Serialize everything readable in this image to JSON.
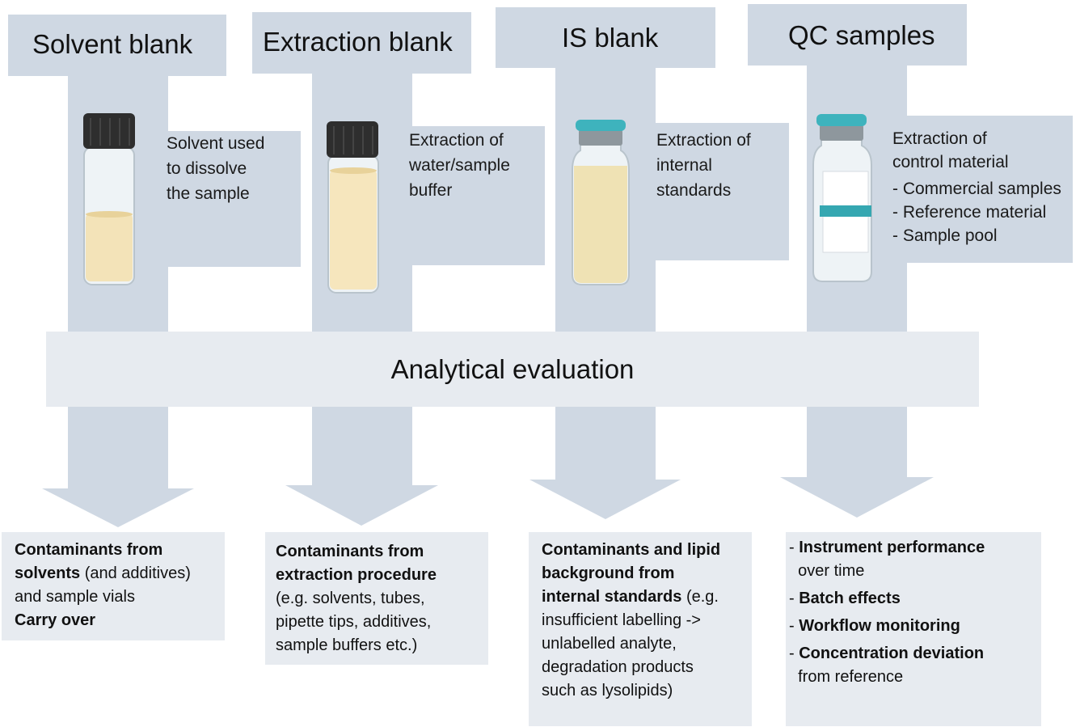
{
  "colors": {
    "stem": "#cfd8e3",
    "evaluation_band": "#e7ebf0",
    "output_box": "#e7ebf0",
    "cap_black": "#2e2e2e",
    "cap_teal": "#3eb3bd",
    "liquid": "#f3e3b8",
    "label_band": "#35a7b1"
  },
  "columns": [
    {
      "title": "Solvent blank",
      "desc": [
        "Solvent used",
        "to dissolve",
        "the sample"
      ],
      "vial_icon": "screw-cap-vial-icon"
    },
    {
      "title": "Extraction blank",
      "desc": [
        "Extraction of",
        "water/sample",
        "buffer"
      ],
      "vial_icon": "screw-cap-vial-icon"
    },
    {
      "title": "IS blank",
      "desc": [
        "Extraction of",
        "internal",
        "standards"
      ],
      "vial_icon": "crimp-cap-vial-icon"
    },
    {
      "title": "QC samples",
      "desc": [
        "Extraction of",
        "control material"
      ],
      "list": [
        "- Commercial samples",
        "- Reference material",
        "- Sample pool"
      ],
      "vial_icon": "labelled-crimp-cap-vial-icon"
    }
  ],
  "evaluation": {
    "label": "Analytical evaluation"
  },
  "outputs": [
    {
      "lines": [
        [
          {
            "t": "Contaminants from",
            "b": true
          }
        ],
        [
          {
            "t": "solvents",
            "b": true
          },
          {
            "t": " (and additives)",
            "b": false
          }
        ],
        [
          {
            "t": "and sample vials",
            "b": false
          }
        ],
        [
          {
            "t": "Carry over",
            "b": true
          }
        ]
      ]
    },
    {
      "lines": [
        [
          {
            "t": "Contaminants from",
            "b": true
          }
        ],
        [
          {
            "t": "extraction procedure",
            "b": true
          }
        ],
        [
          {
            "t": "(e.g. solvents, tubes,",
            "b": false
          }
        ],
        [
          {
            "t": "pipette tips, additives,",
            "b": false
          }
        ],
        [
          {
            "t": "sample buffers etc.)",
            "b": false
          }
        ]
      ]
    },
    {
      "lines": [
        [
          {
            "t": "Contaminants and lipid",
            "b": true
          }
        ],
        [
          {
            "t": "background from",
            "b": true
          }
        ],
        [
          {
            "t": "internal standards",
            "b": true
          },
          {
            "t": " (e.g.",
            "b": false
          }
        ],
        [
          {
            "t": "insufficient labelling ->",
            "b": false
          }
        ],
        [
          {
            "t": "unlabelled analyte,",
            "b": false
          }
        ],
        [
          {
            "t": "degradation products",
            "b": false
          }
        ],
        [
          {
            "t": "such as lysolipids)",
            "b": false
          }
        ]
      ]
    },
    {
      "lines": [
        [
          {
            "t": "- ",
            "b": false
          },
          {
            "t": "Instrument performance",
            "b": true
          }
        ],
        [
          {
            "t": "  over time",
            "b": false
          }
        ],
        [
          {
            "t": "- ",
            "b": false
          },
          {
            "t": "Batch effects",
            "b": true
          }
        ],
        [
          {
            "t": "- ",
            "b": false
          },
          {
            "t": "Workflow monitoring",
            "b": true
          }
        ],
        [
          {
            "t": "- ",
            "b": false
          },
          {
            "t": "Concentration deviation",
            "b": true
          }
        ],
        [
          {
            "t": "  from reference",
            "b": false
          }
        ]
      ]
    }
  ]
}
